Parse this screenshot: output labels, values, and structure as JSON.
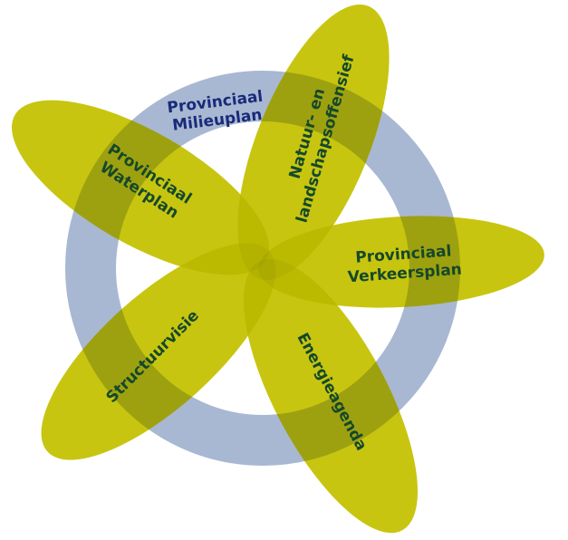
{
  "colors": {
    "background": "#ffffff",
    "ring": "#a8b8d2",
    "petal": "#cfcc00",
    "petal_text": "#15482a",
    "ring_text": "#1a2a7a"
  },
  "center": {
    "label": "Provinciaal Milieuplan",
    "lines": [
      "Provinciaal",
      "Milieuplan"
    ]
  },
  "petals": [
    {
      "id": "natuur",
      "lines": [
        "Natuur- en",
        "landschapsoffensief"
      ]
    },
    {
      "id": "verkeer",
      "lines": [
        "Provinciaal",
        "Verkeersplan"
      ]
    },
    {
      "id": "energie",
      "lines": [
        "Energieagenda"
      ]
    },
    {
      "id": "structuur",
      "lines": [
        "Structuurvisie"
      ]
    },
    {
      "id": "water",
      "lines": [
        "Provinciaal",
        "Waterplan"
      ]
    }
  ]
}
